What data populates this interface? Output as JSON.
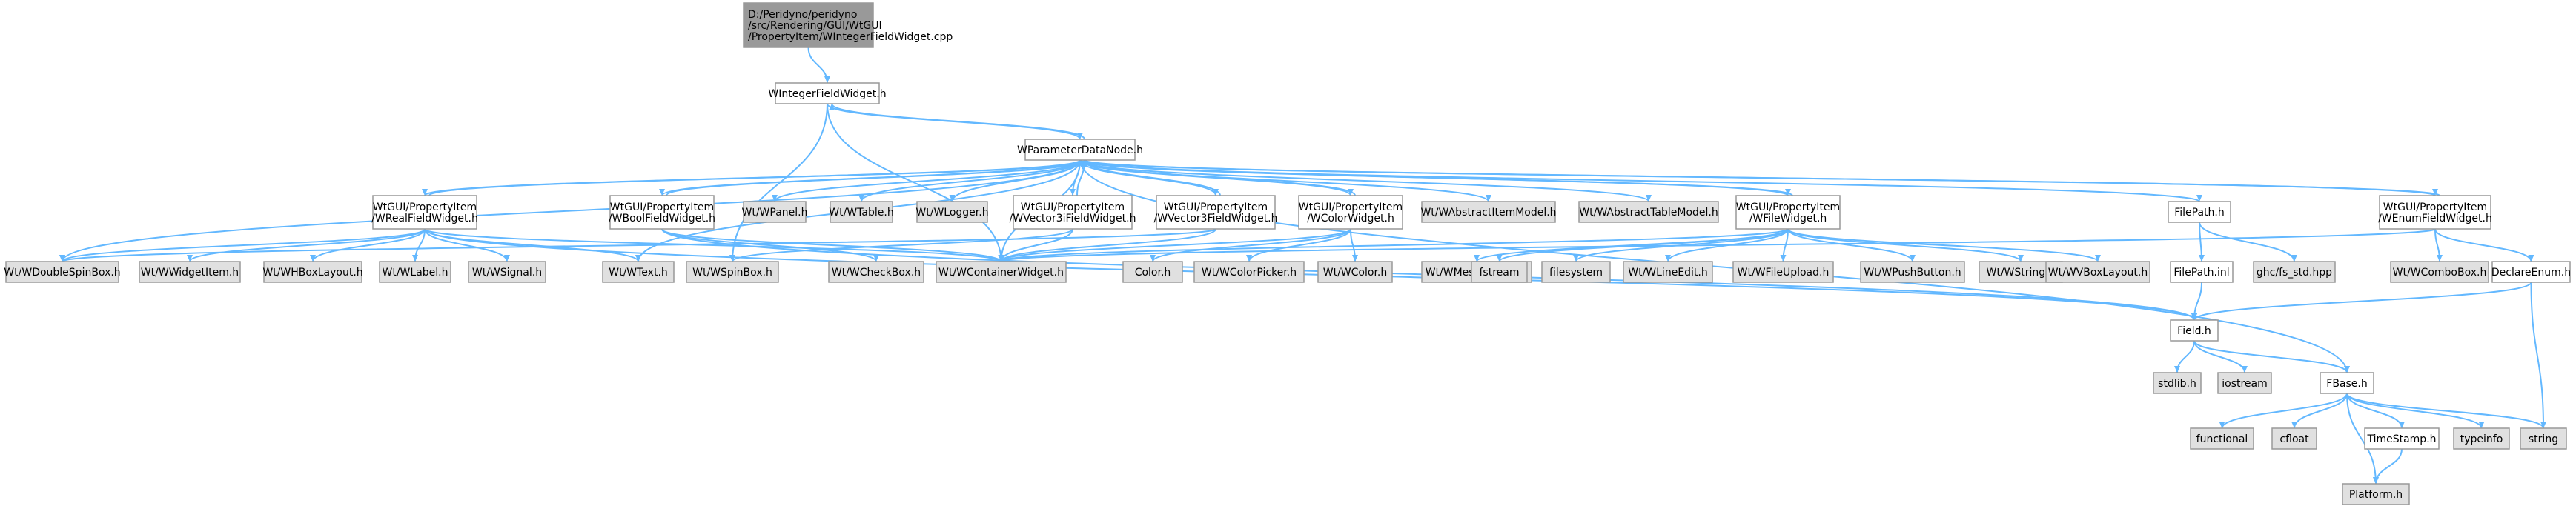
{
  "colors": {
    "edge": "#63b8ff",
    "root_fill": "#999999",
    "node_fill": "#ffffff",
    "external_fill": "#e0e0e0",
    "node_border": "#666666",
    "external_border": "#999999",
    "truncated_border": "#ff0000"
  },
  "nodes": {
    "root": [
      "D:/Peridyno/peridyno",
      "/src/Rendering/GUI/WtGUI",
      "/PropertyItem/WIntegerFieldWidget.cpp"
    ],
    "wintegerfieldwidget": [
      "WIntegerFieldWidget.h"
    ],
    "wparameterdatanode": [
      "WParameterDataNode.h"
    ],
    "wrealfieldwidget": [
      "WtGUI/PropertyItem",
      "/WRealFieldWidget.h"
    ],
    "wboolfieldwidget": [
      "WtGUI/PropertyItem",
      "/WBoolFieldWidget.h"
    ],
    "wpanel": [
      "Wt/WPanel.h"
    ],
    "wtable": [
      "Wt/WTable.h"
    ],
    "wlogger": [
      "Wt/WLogger.h"
    ],
    "wvector3ifieldwidget": [
      "WtGUI/PropertyItem",
      "/WVector3iFieldWidget.h"
    ],
    "wvector3fieldwidget": [
      "WtGUI/PropertyItem",
      "/WVector3FieldWidget.h"
    ],
    "wcolorwidget": [
      "WtGUI/PropertyItem",
      "/WColorWidget.h"
    ],
    "wabstractitemmodel": [
      "Wt/WAbstractItemModel.h"
    ],
    "wabstracttablemodel": [
      "Wt/WAbstractTableModel.h"
    ],
    "wfilewidget": [
      "WtGUI/PropertyItem",
      "/WFileWidget.h"
    ],
    "filepath_h": [
      "FilePath.h"
    ],
    "wenumfieldwidget": [
      "WtGUI/PropertyItem",
      "/WEnumFieldWidget.h"
    ],
    "wdoublespinbox": [
      "Wt/WDoubleSpinBox.h"
    ],
    "wwidgetitem": [
      "Wt/WWidgetItem.h"
    ],
    "whboxlayout": [
      "Wt/WHBoxLayout.h"
    ],
    "wlabel": [
      "Wt/WLabel.h"
    ],
    "wsignal": [
      "Wt/WSignal.h"
    ],
    "wtext": [
      "Wt/WText.h"
    ],
    "wspinbox": [
      "Wt/WSpinBox.h"
    ],
    "wcheckbox": [
      "Wt/WCheckBox.h"
    ],
    "wcontainerwidget": [
      "Wt/WContainerWidget.h"
    ],
    "color_h": [
      "Color.h"
    ],
    "wcolorpicker": [
      "Wt/WColorPicker.h"
    ],
    "wcolor": [
      "Wt/WColor.h"
    ],
    "wmessagebox": [
      "Wt/WMessageBox.h"
    ],
    "fstream": [
      "fstream"
    ],
    "filesystem": [
      "filesystem"
    ],
    "wlineedit": [
      "Wt/WLineEdit.h"
    ],
    "wfileupload": [
      "Wt/WFileUpload.h"
    ],
    "wpushbutton": [
      "Wt/WPushButton.h"
    ],
    "wstring": [
      "Wt/WString.h"
    ],
    "wvboxlayout": [
      "Wt/WVBoxLayout.h"
    ],
    "filepath_inl": [
      "FilePath.inl"
    ],
    "ghc_fs_std": [
      "ghc/fs_std.hpp"
    ],
    "wcombobox": [
      "Wt/WComboBox.h"
    ],
    "declareenum": [
      "DeclareEnum.h"
    ],
    "field_h": [
      "Field.h"
    ],
    "stdlib": [
      "stdlib.h"
    ],
    "iostream": [
      "iostream"
    ],
    "fbase": [
      "FBase.h"
    ],
    "functional": [
      "functional"
    ],
    "cfloat": [
      "cfloat"
    ],
    "timestamp": [
      "TimeStamp.h"
    ],
    "typeinfo": [
      "typeinfo"
    ],
    "string": [
      "string"
    ],
    "platform": [
      "Platform.h"
    ]
  }
}
